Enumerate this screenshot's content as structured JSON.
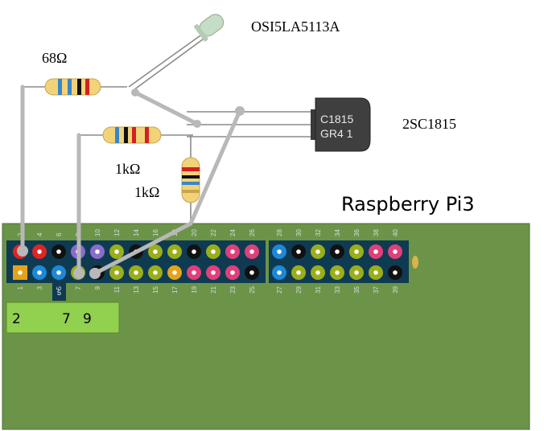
{
  "labels": {
    "led_part": "OSI5LA5113A",
    "transistor_part": "2SC1815",
    "transistor_marking_line1": "C1815",
    "transistor_marking_line2": "GR4 1",
    "resistor_68": "68Ω",
    "resistor_1k_a": "1kΩ",
    "resistor_1k_b": "1kΩ",
    "board_title": "Raspberry Pi3",
    "highlight_pin": "5"
  },
  "pins_top": [
    {
      "num": "2",
      "color": "#e02424"
    },
    {
      "num": "4",
      "color": "#e02424"
    },
    {
      "num": "6",
      "color": "#111111"
    },
    {
      "num": "8",
      "color": "#8a6cc9"
    },
    {
      "num": "10",
      "color": "#8a6cc9"
    },
    {
      "num": "12",
      "color": "#9aae1a"
    },
    {
      "num": "14",
      "color": "#111111"
    },
    {
      "num": "16",
      "color": "#9aae1a"
    },
    {
      "num": "18",
      "color": "#9aae1a"
    },
    {
      "num": "20",
      "color": "#111111"
    },
    {
      "num": "22",
      "color": "#9aae1a"
    },
    {
      "num": "24",
      "color": "#e0407a"
    },
    {
      "num": "26",
      "color": "#e0407a"
    },
    {
      "num": "28",
      "color": "#1e88d8"
    },
    {
      "num": "30",
      "color": "#111111"
    },
    {
      "num": "32",
      "color": "#9aae1a"
    },
    {
      "num": "34",
      "color": "#111111"
    },
    {
      "num": "36",
      "color": "#9aae1a"
    },
    {
      "num": "38",
      "color": "#e0407a"
    },
    {
      "num": "40",
      "color": "#e0407a"
    }
  ],
  "pins_bottom": [
    {
      "num": "1",
      "color": "#e6a21a"
    },
    {
      "num": "3",
      "color": "#1e88d8"
    },
    {
      "num": "5",
      "color": "#1e88d8"
    },
    {
      "num": "7",
      "color": "#9aae1a"
    },
    {
      "num": "9",
      "color": "#111111"
    },
    {
      "num": "11",
      "color": "#9aae1a"
    },
    {
      "num": "13",
      "color": "#9aae1a"
    },
    {
      "num": "15",
      "color": "#9aae1a"
    },
    {
      "num": "17",
      "color": "#e6a21a"
    },
    {
      "num": "19",
      "color": "#e0407a"
    },
    {
      "num": "21",
      "color": "#e0407a"
    },
    {
      "num": "23",
      "color": "#e0407a"
    },
    {
      "num": "25",
      "color": "#111111"
    },
    {
      "num": "27",
      "color": "#1e88d8"
    },
    {
      "num": "29",
      "color": "#9aae1a"
    },
    {
      "num": "31",
      "color": "#9aae1a"
    },
    {
      "num": "33",
      "color": "#9aae1a"
    },
    {
      "num": "35",
      "color": "#9aae1a"
    },
    {
      "num": "37",
      "color": "#9aae1a"
    },
    {
      "num": "39",
      "color": "#111111"
    }
  ],
  "pin_legend": {
    "a": "2",
    "b": "7",
    "c": "9"
  },
  "colors": {
    "board": "#6b9448",
    "header": "#0f3b52",
    "wire": "#b8b8b8",
    "legend_box": "#92d050",
    "resistor_body": "#f2d37a"
  }
}
